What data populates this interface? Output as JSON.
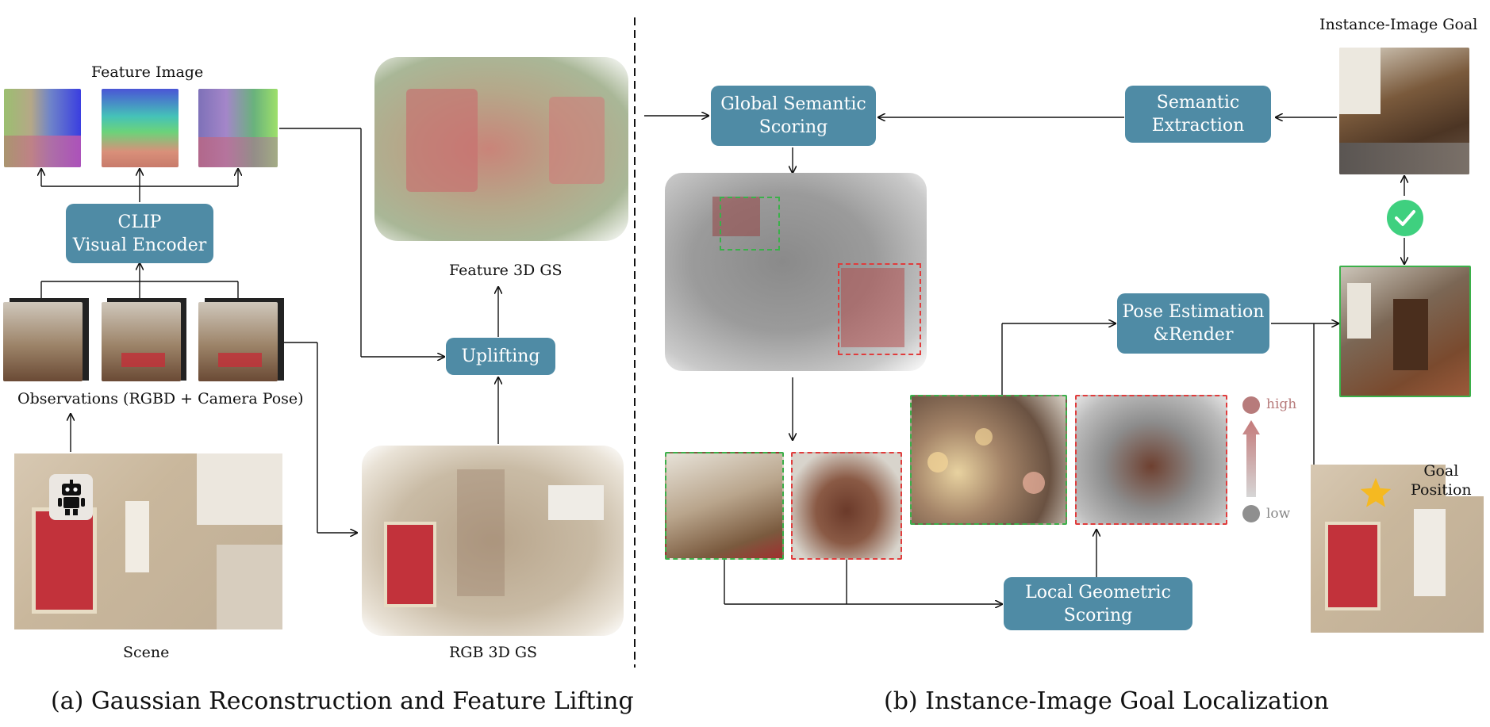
{
  "labels": {
    "feature_image": "Feature Image",
    "observations": "Observations (RGBD + Camera Pose)",
    "scene": "Scene",
    "feature_3dgs": "Feature 3D GS",
    "rgb_3dgs": "RGB 3D GS",
    "instance_image_goal": "Instance-Image Goal",
    "goal_position_line1": "Goal",
    "goal_position_line2": "Position",
    "high": "high",
    "low": "low"
  },
  "boxes": {
    "clip_line1": "CLIP",
    "clip_line2": "Visual Encoder",
    "uplifting": "Uplifting",
    "global_line1": "Global Semantic",
    "global_line2": "Scoring",
    "semantic_line1": "Semantic",
    "semantic_line2": "Extraction",
    "pose_line1": "Pose Estimation",
    "pose_line2": "&Render",
    "local_line1": "Local Geometric",
    "local_line2": "Scoring"
  },
  "captions": {
    "a": "(a) Gaussian Reconstruction and Feature Lifting",
    "b": "(b) Instance-Image Goal Localization"
  },
  "colors": {
    "box": "#4f8ba5",
    "match_check": "#3fd07f",
    "green_box": "#3bb04a",
    "red_box": "#e03c3c",
    "star": "#f5b921"
  },
  "icons": [
    "robot-icon",
    "check-icon",
    "star-icon"
  ]
}
